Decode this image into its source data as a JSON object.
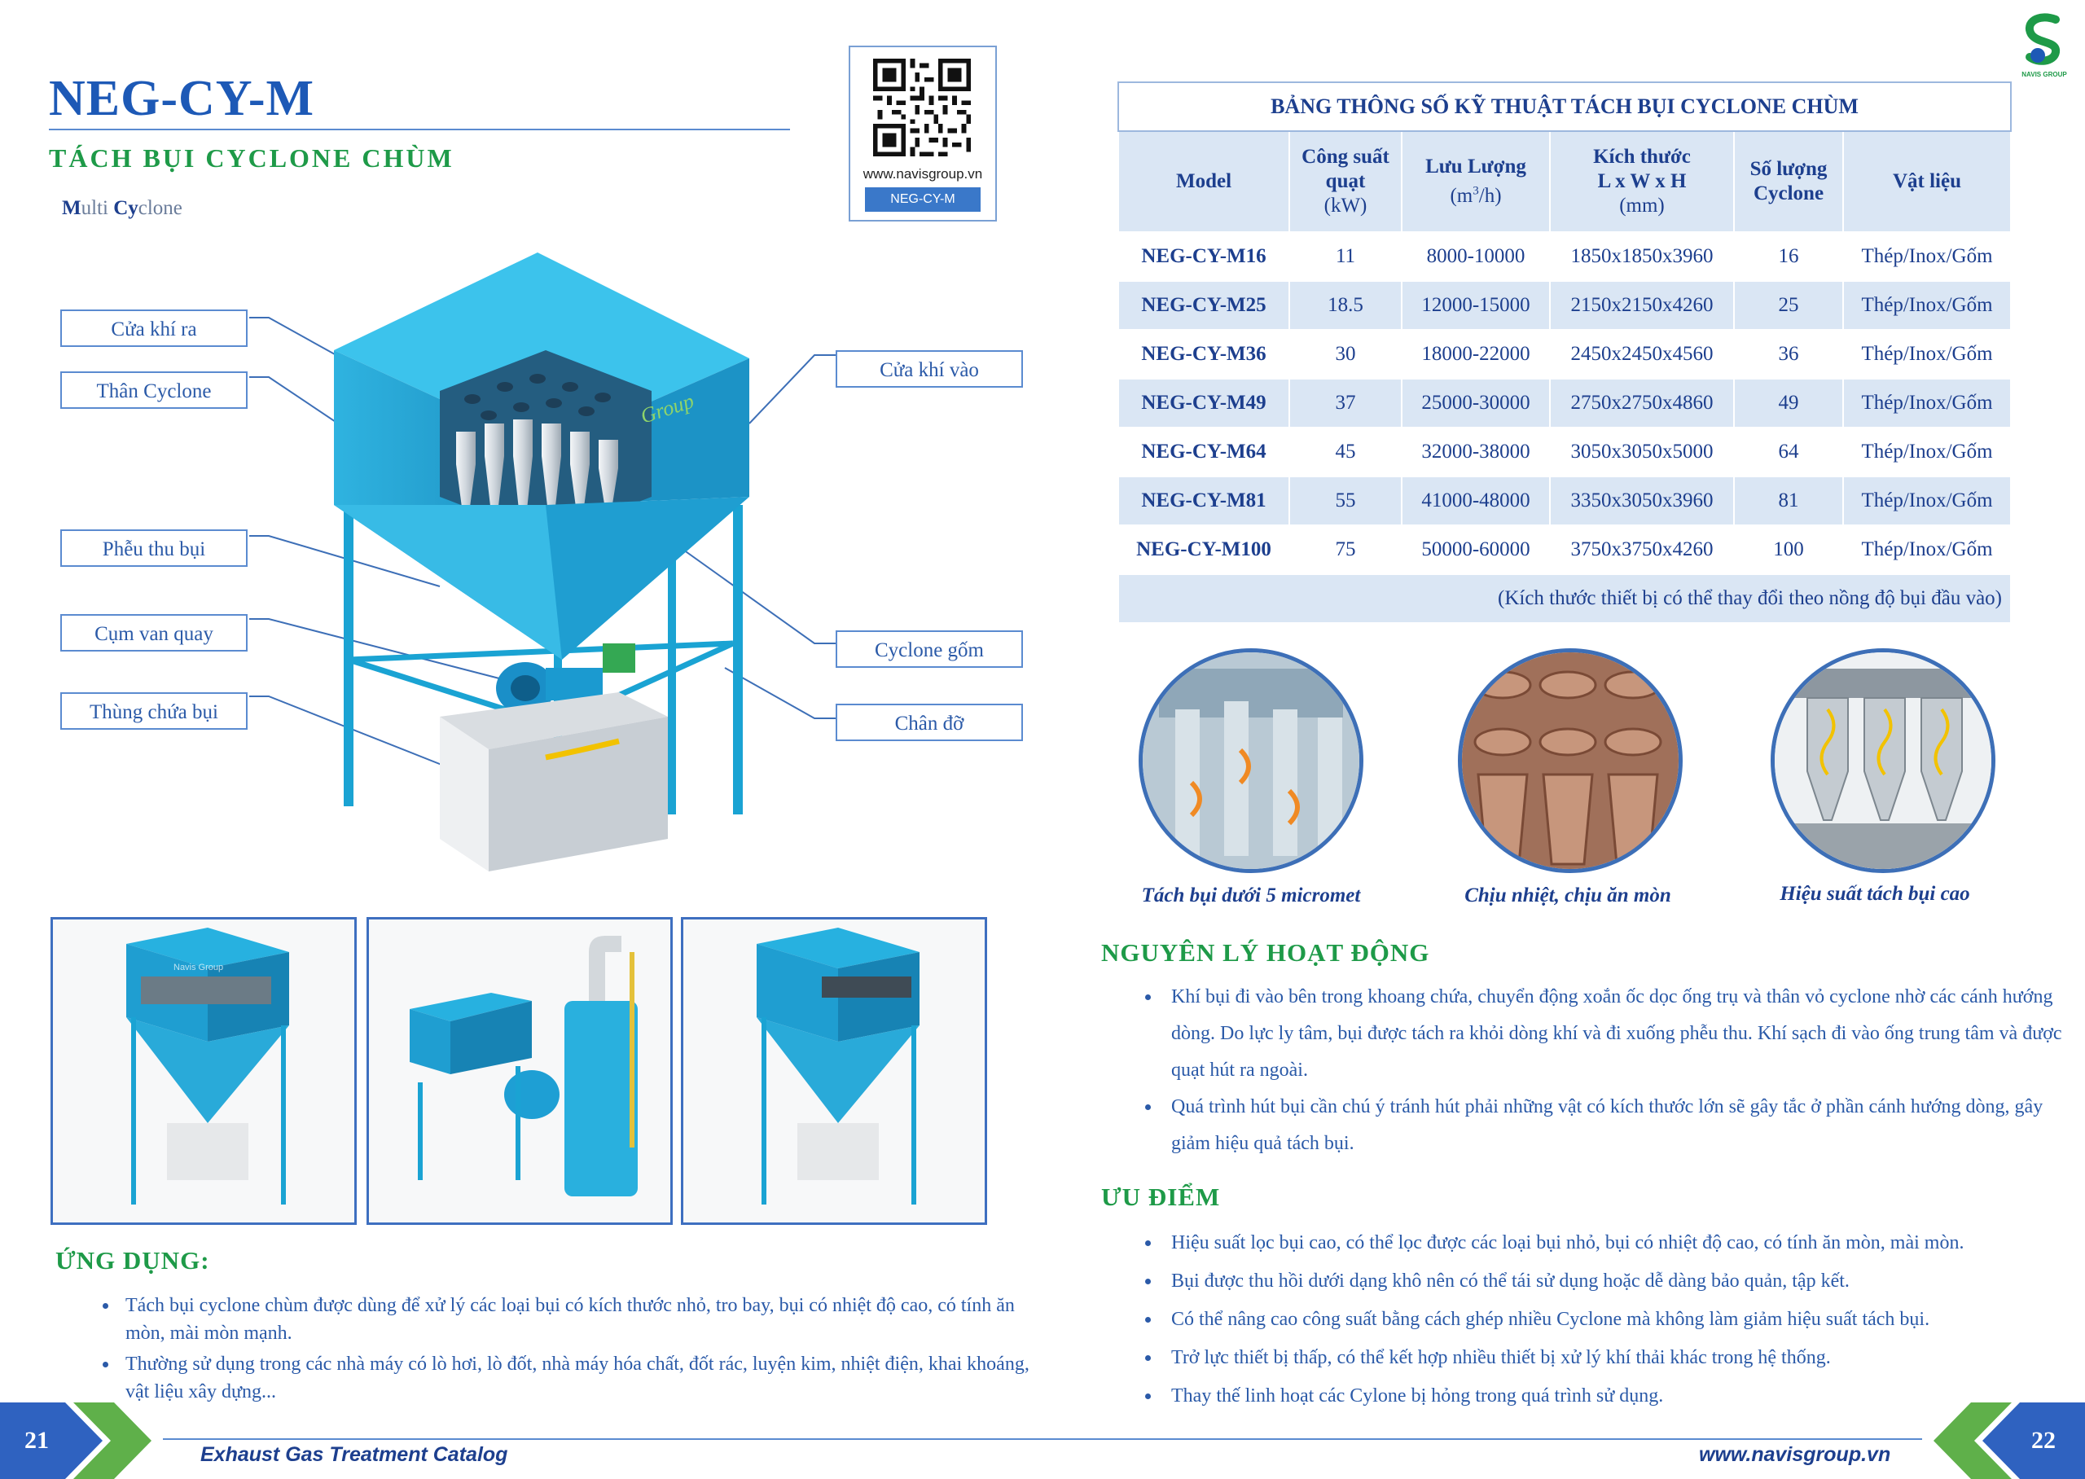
{
  "header": {
    "title": "NEG-CY-M",
    "subtitle": "TÁCH BỤI CYCLONE CHÙM",
    "multi_b1": "M",
    "multi_t1": "ulti ",
    "multi_b2": "Cy",
    "multi_t2": "clone"
  },
  "qr": {
    "site": "www.navisgroup.vn",
    "model": "NEG-CY-M"
  },
  "logo": {
    "text": "NAVIS GROUP"
  },
  "callouts": {
    "outlet": "Cửa khí ra",
    "body": "Thân Cyclone",
    "hopper": "Phễu thu bụi",
    "valve": "Cụm van quay",
    "bin": "Thùng chứa bụi",
    "inlet": "Cửa khí vào",
    "ceramic": "Cyclone gốm",
    "stand": "Chân đỡ"
  },
  "illustration": {
    "watermark": "Group",
    "photo1_watermark": "Navis Group"
  },
  "application": {
    "heading": "ỨNG DỤNG:",
    "items": [
      "Tách bụi cyclone chùm được dùng để xử lý các loại bụi có kích thước nhỏ, tro bay, bụi có nhiệt độ cao, có tính ăn mòn, mài mòn mạnh.",
      "Thường sử dụng trong các nhà máy có lò hơi, lò đốt, nhà máy hóa chất, đốt rác, luyện kim, nhiệt điện, khai khoáng, vật liệu xây dựng..."
    ]
  },
  "table": {
    "caption": "BẢNG THÔNG SỐ KỸ THUẬT TÁCH BỤI CYCLONE CHÙM",
    "headers": {
      "model": "Model",
      "power_1": "Công suất",
      "power_2": "quạt",
      "power_3": "(kW)",
      "flow_1": "Lưu Lượng",
      "flow_2": "(m",
      "flow_sup": "3",
      "flow_3": "/h)",
      "size_1": "Kích thước",
      "size_2": "L x W x H",
      "size_3": "(mm)",
      "count_1": "Số lượng",
      "count_2": "Cyclone",
      "material": "Vật liệu"
    },
    "rows": [
      {
        "model": "NEG-CY-M16",
        "power": "11",
        "flow": "8000-10000",
        "size": "1850x1850x3960",
        "count": "16",
        "material": "Thép/Inox/Gốm"
      },
      {
        "model": "NEG-CY-M25",
        "power": "18.5",
        "flow": "12000-15000",
        "size": "2150x2150x4260",
        "count": "25",
        "material": "Thép/Inox/Gốm"
      },
      {
        "model": "NEG-CY-M36",
        "power": "30",
        "flow": "18000-22000",
        "size": "2450x2450x4560",
        "count": "36",
        "material": "Thép/Inox/Gốm"
      },
      {
        "model": "NEG-CY-M49",
        "power": "37",
        "flow": "25000-30000",
        "size": "2750x2750x4860",
        "count": "49",
        "material": "Thép/Inox/Gốm"
      },
      {
        "model": "NEG-CY-M64",
        "power": "45",
        "flow": "32000-38000",
        "size": "3050x3050x5000",
        "count": "64",
        "material": "Thép/Inox/Gốm"
      },
      {
        "model": "NEG-CY-M81",
        "power": "55",
        "flow": "41000-48000",
        "size": "3350x3050x3960",
        "count": "81",
        "material": "Thép/Inox/Gốm"
      },
      {
        "model": "NEG-CY-M100",
        "power": "75",
        "flow": "50000-60000",
        "size": "3750x3750x4260",
        "count": "100",
        "material": "Thép/Inox/Gốm"
      }
    ],
    "note": "(Kích thước thiết bị có thể thay đổi theo nồng độ bụi đầu vào)"
  },
  "features": [
    "Tách bụi dưới 5 micromet",
    "Chịu nhiệt, chịu ăn mòn",
    "Hiệu suất tách bụi cao"
  ],
  "principle": {
    "heading": "NGUYÊN LÝ HOẠT ĐỘNG",
    "items": [
      "Khí bụi đi vào bên trong khoang chứa, chuyển động xoắn ốc dọc ống trụ và thân vỏ cyclone nhờ các cánh hướng dòng. Do lực ly tâm, bụi được tách ra khỏi dòng khí và đi xuống phễu thu. Khí sạch đi vào ống trung tâm và được quạt hút ra ngoài.",
      "Quá trình hút bụi cần chú ý tránh hút phải những vật có kích thước lớn sẽ gây tắc ở phần cánh hướng dòng, gây giảm hiệu quả tách bụi."
    ]
  },
  "advantages": {
    "heading": "ƯU ĐIỂM",
    "items": [
      "Hiệu suất lọc bụi cao, có thể lọc được các loại bụi nhỏ, bụi có nhiệt độ cao, có tính ăn mòn, mài mòn.",
      "Bụi được thu hồi dưới dạng khô nên có thể tái sử dụng hoặc dễ dàng bảo quản, tập kết.",
      "Có thể nâng cao công suất bằng cách ghép nhiều Cyclone mà không làm giảm hiệu suất tách bụi.",
      "Trở lực thiết bị thấp, có thể kết hợp nhiều thiết bị xử lý khí thải khác trong hệ thống.",
      "Thay thế linh hoạt các Cylone bị hỏng trong quá trình sử dụng."
    ]
  },
  "footer": {
    "left_page": "21",
    "right_page": "22",
    "left_text": "Exhaust Gas Treatment Catalog",
    "right_text": "www.navisgroup.vn"
  }
}
